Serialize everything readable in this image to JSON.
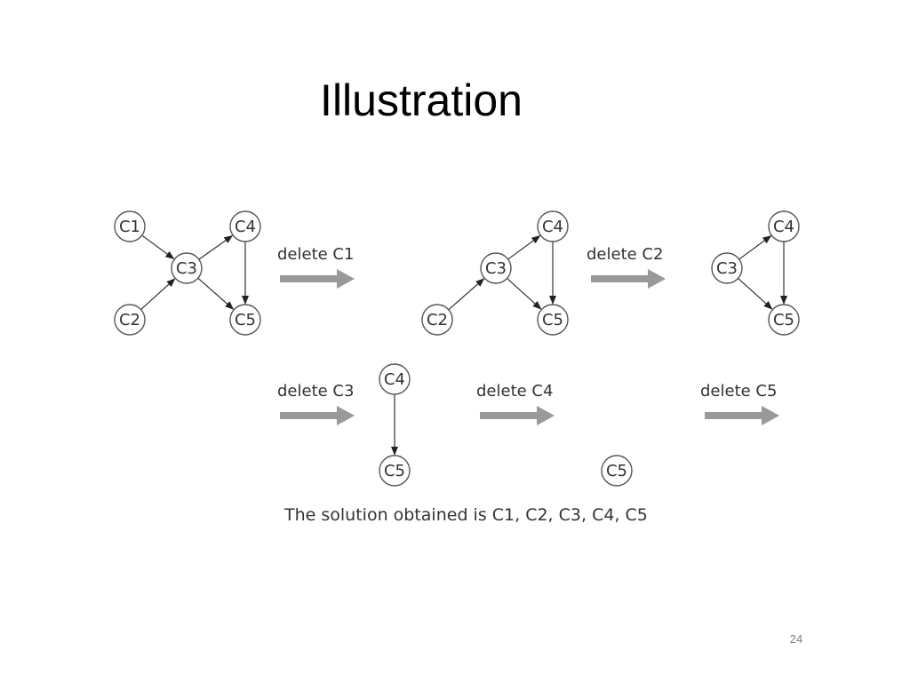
{
  "slide": {
    "title": "Illustration",
    "page_number": "24"
  },
  "diagram": {
    "steps": [
      "delete C1",
      "delete C2",
      "delete C3",
      "delete C4",
      "delete C5"
    ],
    "graphs": [
      {
        "nodes": [
          "C1",
          "C2",
          "C3",
          "C4",
          "C5"
        ],
        "edges": [
          [
            "C1",
            "C3"
          ],
          [
            "C2",
            "C3"
          ],
          [
            "C3",
            "C4"
          ],
          [
            "C3",
            "C5"
          ],
          [
            "C4",
            "C5"
          ]
        ]
      },
      {
        "nodes": [
          "C2",
          "C3",
          "C4",
          "C5"
        ],
        "edges": [
          [
            "C2",
            "C3"
          ],
          [
            "C3",
            "C4"
          ],
          [
            "C3",
            "C5"
          ],
          [
            "C4",
            "C5"
          ]
        ]
      },
      {
        "nodes": [
          "C3",
          "C4",
          "C5"
        ],
        "edges": [
          [
            "C3",
            "C4"
          ],
          [
            "C3",
            "C5"
          ],
          [
            "C4",
            "C5"
          ]
        ]
      },
      {
        "nodes": [
          "C4",
          "C5"
        ],
        "edges": [
          [
            "C4",
            "C5"
          ]
        ]
      },
      {
        "nodes": [
          "C5"
        ],
        "edges": []
      }
    ],
    "caption": "The solution obtained is C1, C2, C3, C4, C5"
  }
}
